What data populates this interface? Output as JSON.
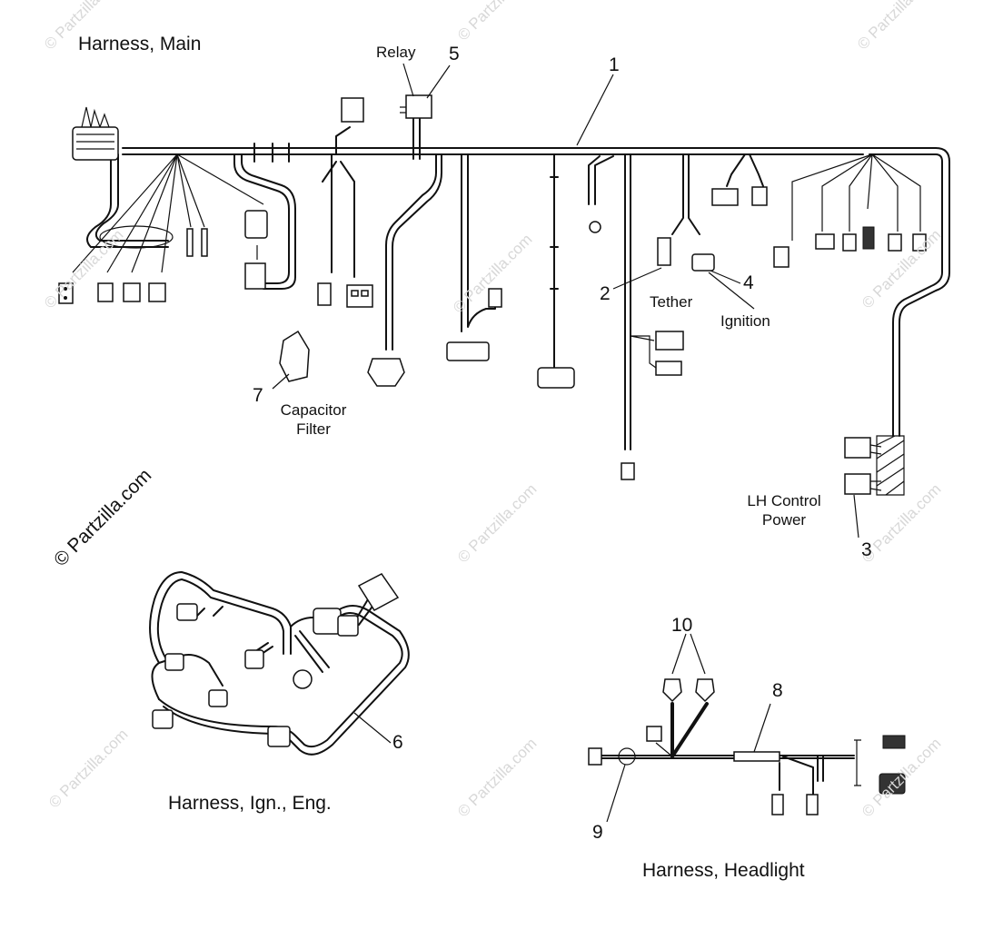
{
  "titles": {
    "main": "Harness, Main",
    "ign_eng": "Harness, Ign., Eng.",
    "headlight": "Harness, Headlight"
  },
  "callouts": {
    "c1": "1",
    "c2": "2",
    "c3": "3",
    "c4": "4",
    "c5": "5",
    "c6": "6",
    "c7": "7",
    "c8": "8",
    "c9": "9",
    "c10": "10"
  },
  "notes": {
    "relay": "Relay",
    "tether": "Tether",
    "ignition": "Ignition",
    "capacitor_line1": "Capacitor",
    "capacitor_line2": "Filter",
    "lh_line1": "LH Control",
    "lh_line2": "Power"
  },
  "copyright": "© Partzilla.com",
  "watermark": "© Partzilla.com"
}
